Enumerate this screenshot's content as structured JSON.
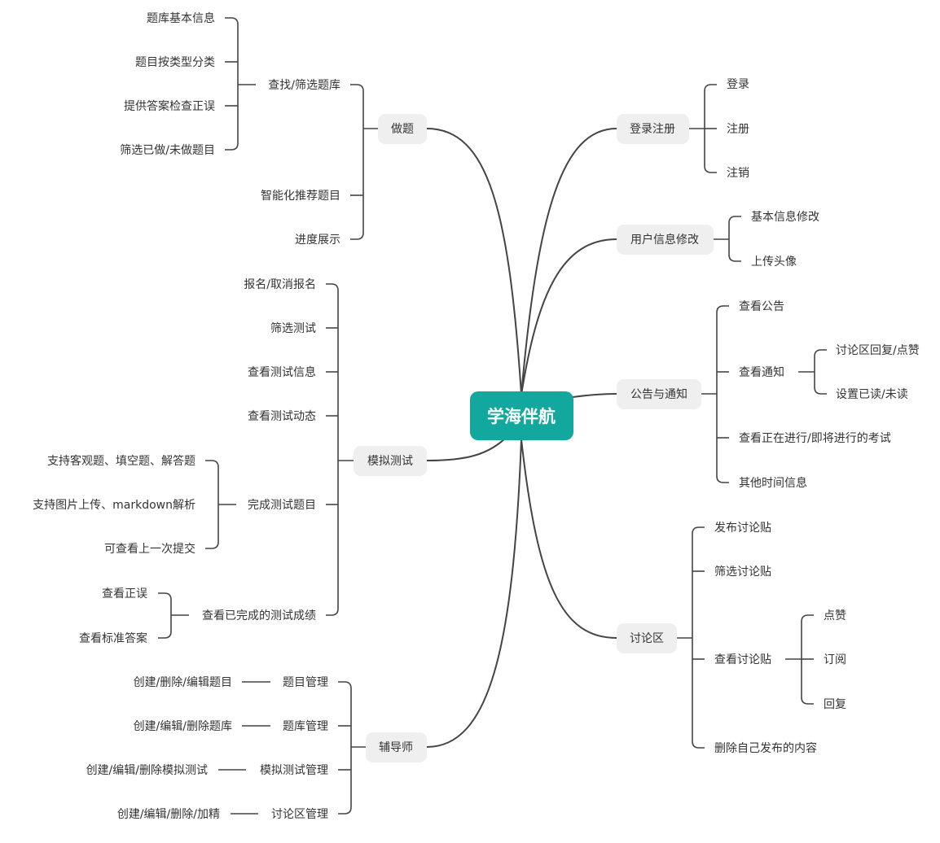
{
  "root": {
    "label": "学海伴航"
  },
  "left": {
    "zuoti": {
      "label": "做题",
      "find": {
        "label": "查找/筛选题库",
        "children": [
          "题库基本信息",
          "题目按类型分类",
          "提供答案检查正误",
          "筛选已做/未做题目"
        ]
      },
      "smart": "智能化推荐题目",
      "progress": "进度展示"
    },
    "moni": {
      "label": "模拟测试",
      "items": [
        "报名/取消报名",
        "筛选测试",
        "查看测试信息",
        "查看测试动态"
      ],
      "complete": {
        "label": "完成测试题目",
        "children": [
          "支持客观题、填空题、解答题",
          "支持图片上传、markdown解析",
          "可查看上一次提交"
        ]
      },
      "score": {
        "label": "查看已完成的测试成绩",
        "children": [
          "查看正误",
          "查看标准答案"
        ]
      }
    },
    "tutor": {
      "label": "辅导师",
      "rows": [
        {
          "label": "题目管理",
          "child": "创建/删除/编辑题目"
        },
        {
          "label": "题库管理",
          "child": "创建/编辑/删除题库"
        },
        {
          "label": "模拟测试管理",
          "child": "创建/编辑/删除模拟测试"
        },
        {
          "label": "讨论区管理",
          "child": "创建/编辑/删除/加精"
        }
      ]
    }
  },
  "right": {
    "login": {
      "label": "登录注册",
      "children": [
        "登录",
        "注册",
        "注销"
      ]
    },
    "userinfo": {
      "label": "用户信息修改",
      "children": [
        "基本信息修改",
        "上传头像"
      ]
    },
    "notice": {
      "label": "公告与通知",
      "view_announce": "查看公告",
      "view_notify": {
        "label": "查看通知",
        "children": [
          "讨论区回复/点赞",
          "设置已读/未读"
        ]
      },
      "exam": "查看正在进行/即将进行的考试",
      "other": "其他时间信息"
    },
    "forum": {
      "label": "讨论区",
      "publish": "发布讨论贴",
      "filter": "筛选讨论贴",
      "view": {
        "label": "查看讨论贴",
        "children": [
          "点赞",
          "订阅",
          "回复"
        ]
      },
      "delete": "删除自己发布的内容"
    }
  }
}
